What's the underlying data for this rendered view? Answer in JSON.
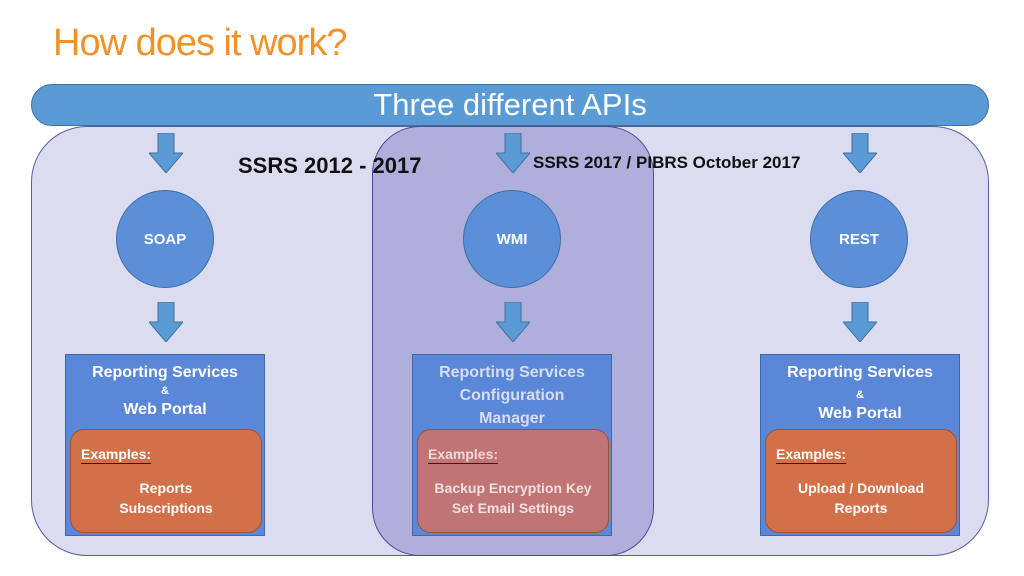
{
  "title": "How does it work?",
  "banner": "Three different APIs",
  "group_labels": {
    "left": "SSRS 2012 - 2017",
    "middle": "SSRS 2017 / PIBRS October 2017"
  },
  "columns": [
    {
      "api": "SOAP",
      "box_lines": [
        "Reporting Services",
        "&",
        "Web Portal"
      ],
      "examples_label": "Examples:",
      "examples": [
        "Reports",
        "Subscriptions"
      ]
    },
    {
      "api": "WMI",
      "box_lines": [
        "Reporting Services",
        "Configuration",
        "Manager"
      ],
      "examples_label": "Examples:",
      "examples": [
        "Backup Encryption Key",
        "Set Email Settings"
      ]
    },
    {
      "api": "REST",
      "box_lines": [
        "Reporting Services",
        "&",
        "Web Portal"
      ],
      "examples_label": "Examples:",
      "examples": [
        "Upload / Download",
        "Reports"
      ]
    }
  ],
  "colors": {
    "title": "#f0922a",
    "banner": "#5b9bd5",
    "frame": "#dcdcf0",
    "circle": "#5b8fd8",
    "box": "#5b87d8",
    "examples": "#d2704a",
    "arrow": "#5b9bd5"
  }
}
